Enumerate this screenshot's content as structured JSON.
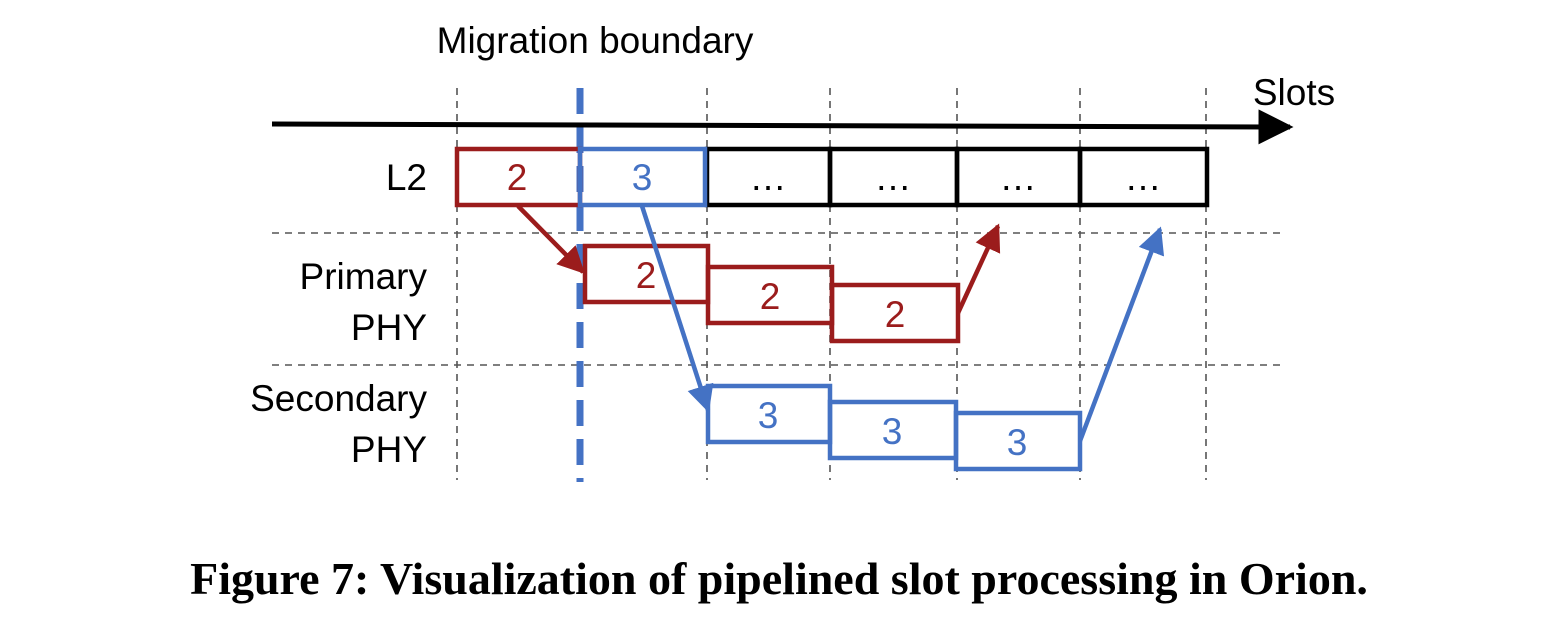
{
  "diagram": {
    "top_label": "Migration boundary",
    "axis_label": "Slots",
    "rows": {
      "l2": "L2",
      "primary_line1": "Primary",
      "primary_line2": "PHY",
      "secondary_line1": "Secondary",
      "secondary_line2": "PHY"
    },
    "l2_slots": [
      "2",
      "3",
      "…",
      "…",
      "…",
      "…"
    ],
    "primary_phy_slots": [
      "2",
      "2",
      "2"
    ],
    "secondary_phy_slots": [
      "3",
      "3",
      "3"
    ],
    "colors": {
      "red": "#9b1c1c",
      "blue": "#4472c4",
      "black": "#000000",
      "grid": "#555555"
    }
  },
  "caption": "Figure 7: Visualization of pipelined slot processing in Orion."
}
